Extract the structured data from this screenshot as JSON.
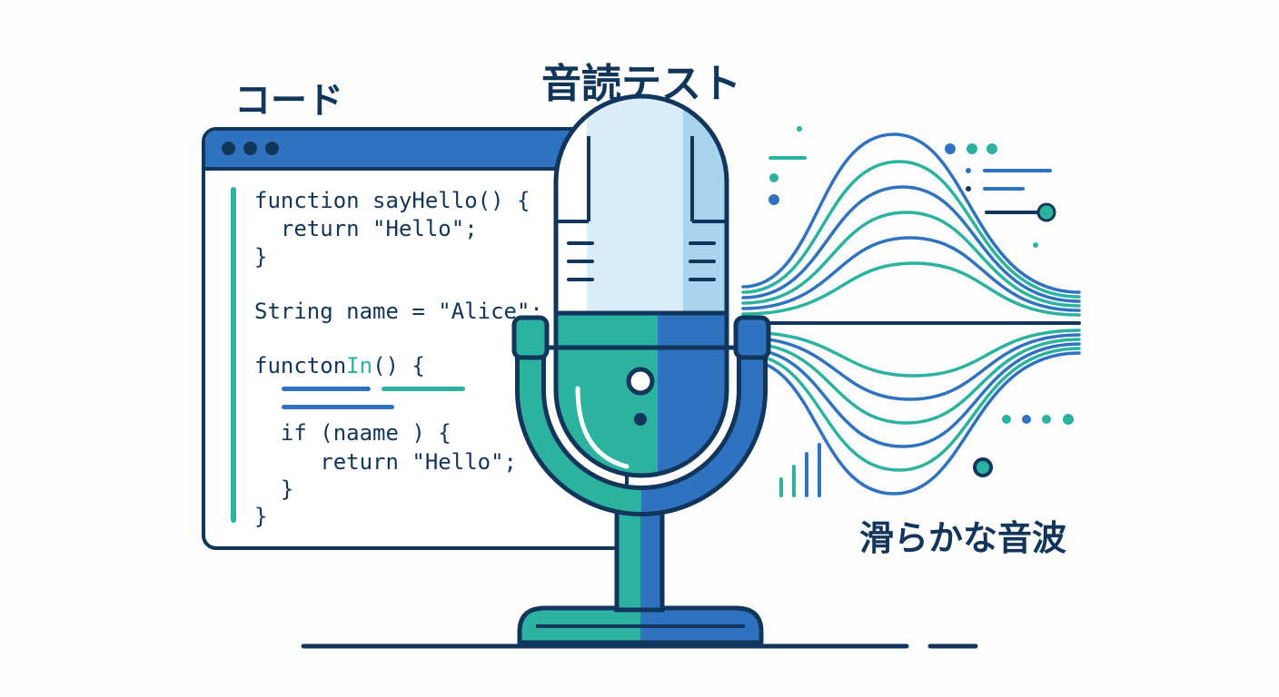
{
  "labels": {
    "code": "コード",
    "title": "音読テスト",
    "wave": "滑らかな音波"
  },
  "code": {
    "lines": [
      "function sayHello() {",
      "  return \"Hello\";",
      "}",
      "String name = \"Alice\";",
      "functon",
      "In",
      "() {",
      "  if (naame ) {",
      "     return \"Hello\";",
      "  }",
      "}"
    ]
  },
  "colors": {
    "navy": "#12355b",
    "blue": "#2f73c0",
    "teal": "#2bb3a0",
    "light_blue": "#d9ecf8"
  },
  "icons": [
    "microphone-icon",
    "window-dots-icon",
    "sound-wave-icon",
    "slider-icon",
    "level-bars-icon"
  ]
}
